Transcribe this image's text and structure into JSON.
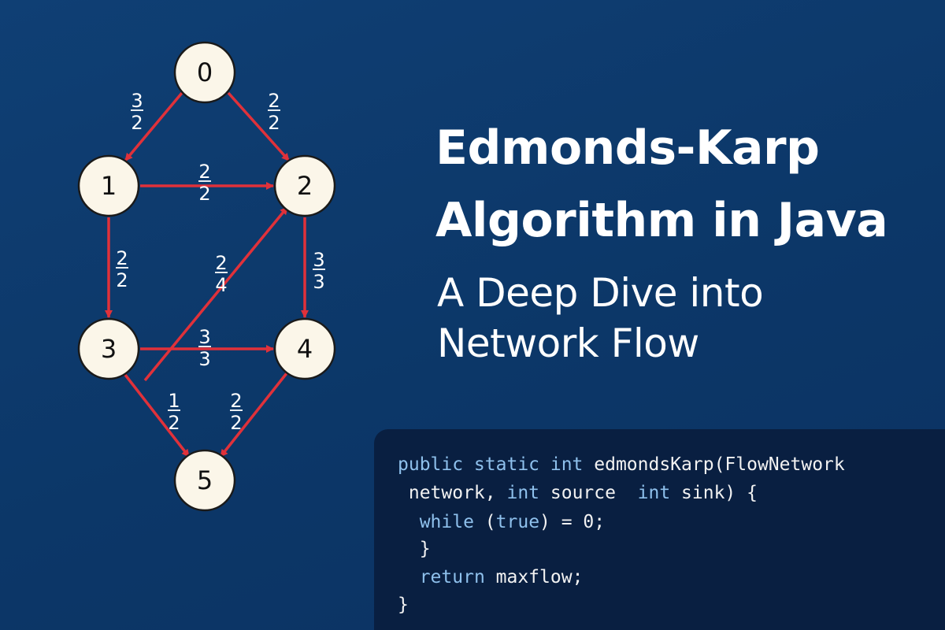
{
  "title": {
    "line1": "Edmonds-Karp",
    "line2": "Algorithm in Java"
  },
  "subtitle": {
    "line1": "A Deep Dive into",
    "line2": "Network Flow"
  },
  "graph": {
    "nodes": [
      "0",
      "1",
      "2",
      "3",
      "4",
      "5"
    ],
    "edges": [
      {
        "from": "0",
        "to": "1",
        "flow": "3",
        "capacity": "2"
      },
      {
        "from": "0",
        "to": "2",
        "flow": "2",
        "capacity": "2"
      },
      {
        "from": "1",
        "to": "2",
        "flow": "2",
        "capacity": "2"
      },
      {
        "from": "1",
        "to": "3",
        "flow": "2",
        "capacity": "2"
      },
      {
        "from": "2",
        "to": "4",
        "flow": "3",
        "capacity": "3"
      },
      {
        "from": "3",
        "to": "2",
        "flow": "2",
        "capacity": "4"
      },
      {
        "from": "3",
        "to": "4",
        "flow": "3",
        "capacity": "3"
      },
      {
        "from": "3",
        "to": "5",
        "flow": "1",
        "capacity": "2"
      },
      {
        "from": "4",
        "to": "5",
        "flow": "2",
        "capacity": "2"
      }
    ]
  },
  "code": {
    "lines": [
      [
        {
          "t": "public static int ",
          "k": true
        },
        {
          "t": "edmondsKarp(FlowNetwork",
          "k": false
        }
      ],
      [
        {
          "t": " network, ",
          "k": false
        },
        {
          "t": "int ",
          "k": true
        },
        {
          "t": "source  ",
          "k": false
        },
        {
          "t": "int ",
          "k": true
        },
        {
          "t": "sink) {",
          "k": false
        }
      ],
      [
        {
          "t": "  ",
          "k": false
        },
        {
          "t": "while ",
          "k": true
        },
        {
          "t": "(",
          "k": false
        },
        {
          "t": "true",
          "k": true
        },
        {
          "t": ") = 0;",
          "k": false
        }
      ],
      [
        {
          "t": "  }",
          "k": false
        }
      ],
      [
        {
          "t": "  ",
          "k": false
        },
        {
          "t": "return ",
          "k": true
        },
        {
          "t": "maxflow;",
          "k": false
        }
      ],
      [
        {
          "t": "}",
          "k": false
        }
      ]
    ]
  },
  "colors": {
    "background": "#0d3a6c",
    "edge": "#e0313a",
    "node_fill": "#fbf6e9",
    "code_panel": "#091f41",
    "code_keyword": "#8ec0ec"
  }
}
